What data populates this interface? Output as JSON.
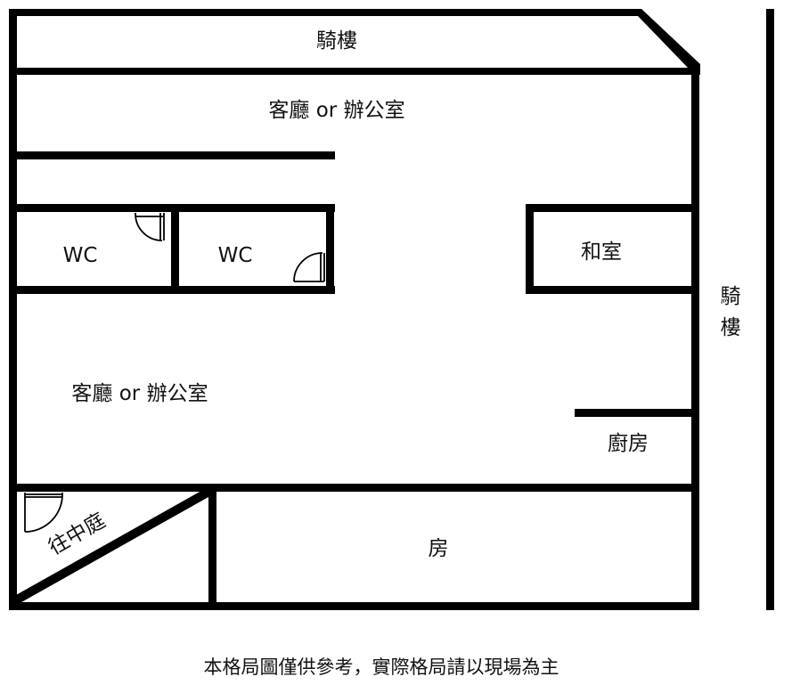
{
  "rooms": {
    "arcade_top": "騎樓",
    "living_top": "客廳 or 辦公室",
    "wc_left": "WC",
    "wc_right": "WC",
    "tatami": "和室",
    "arcade_right_1": "騎",
    "arcade_right_2": "樓",
    "living_main": "客廳 or 辦公室",
    "kitchen": "廚房",
    "courtyard": "往中庭",
    "bedroom": "房"
  },
  "footer": "本格局圖僅供參考，實際格局請以現場為主",
  "colors": {
    "wall": "#000000",
    "background": "#ffffff"
  }
}
